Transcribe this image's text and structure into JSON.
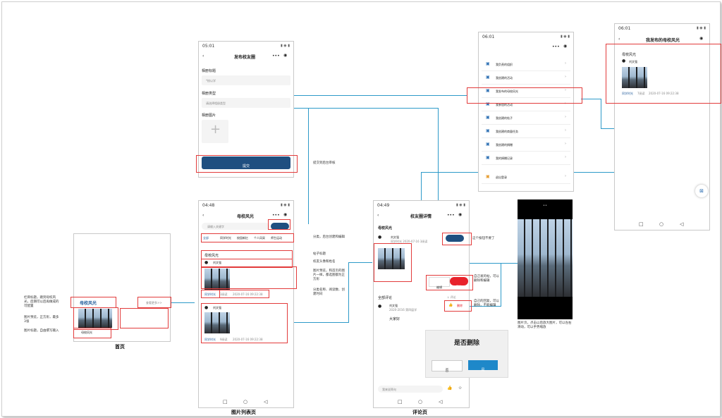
{
  "pages": {
    "home": "首页",
    "photo_list": "图片列表页",
    "comment": "评论页"
  },
  "publish": {
    "time": "05:01",
    "title": "发布校友圈",
    "album_title_label": "相册标题",
    "album_title_placeholder": "*校以学",
    "album_type_label": "相册类型",
    "album_type_placeholder": "请选择相册类型",
    "album_image_label": "相册图片",
    "submit": "提交"
  },
  "list_page": {
    "time": "04:48",
    "title": "母校风光",
    "search_placeholder": "请输入关键字",
    "publish_btn": "+发布",
    "tabs": [
      "全部",
      "同学时光",
      "校园新忆",
      "个人风采",
      "师生运动"
    ],
    "post_title": "母校风光",
    "author": "刘文强",
    "tag1": "同学时光",
    "views1": "3阅读",
    "date1": "2020-07-16 09:22:38",
    "author2": "刘文强",
    "tag2": "同学时光",
    "views2": "9阅读",
    "date2": "2020-07-16 09:22:38"
  },
  "detail": {
    "time": "04:49",
    "title": "校友圈详情",
    "post_title": "母校风光",
    "author": "刘文强",
    "meta": "同学时光  2020-07-16  3阅读",
    "follow": "关注",
    "edit": "编辑",
    "delete": "删除",
    "comments_label": "全部评论",
    "reply_label": "↓ 评论",
    "commenter": "刘文强",
    "comment_time": "2020-2016 第四届学",
    "comment_delete": "删除",
    "comment_text": "大家好",
    "comment_placeholder": "我来说两句",
    "dialog_title": "是否删除",
    "dialog_no": "否",
    "dialog_yes": "是"
  },
  "menu_page": {
    "time": "06:01",
    "items": [
      "我负责的组织",
      "我创建的活动",
      "我发布的母校风光",
      "我参加的活动",
      "我创建的帖子",
      "我创建的商量任务",
      "我创建的捐赠",
      "我的捐赠记录",
      "退出登录"
    ]
  },
  "my_posts": {
    "time": "06:01",
    "title": "我发布的母校风光",
    "post_title": "母校风光",
    "author": "刘文强",
    "tag": "同学时光",
    "views": "7阅读",
    "date": "2020-07-16 09:22:38"
  },
  "home_widget": {
    "section_title": "母校风光",
    "more": "查看更多>>",
    "caption": "母校风光"
  },
  "annotations": {
    "home_title": "栏目标题，跳到母校风光，后期可以后再做成的可配置",
    "home_image": "图片预览，正方形，最多3张",
    "home_caption": "图片标题，自由撰写输入",
    "submit_note": "提交到后台审核",
    "tabs_note": "分类，后台创建和编辑",
    "post_title_note": "帖子标题",
    "author_note": "校友头像和姓名",
    "image_note": "图片预览，和首页的图片一样，都选图都为正方形",
    "meta_note": "分类名称、阅读数、创建时间",
    "follow_note": "这个按钮不要了",
    "own_post_note": "自己发的帖，可以删除和编辑",
    "own_comment_note": "自己的回复，可以删除，不能编辑",
    "viewer_note": "图片页，点击以后放大图片，可以左右滑动，可以手势缩放"
  },
  "viewer": {
    "dots": "••"
  },
  "colors": {
    "accent": "#1f4f80",
    "red": "#e23b3b",
    "line": "#2d9ac9",
    "delete": "#e8222b"
  }
}
